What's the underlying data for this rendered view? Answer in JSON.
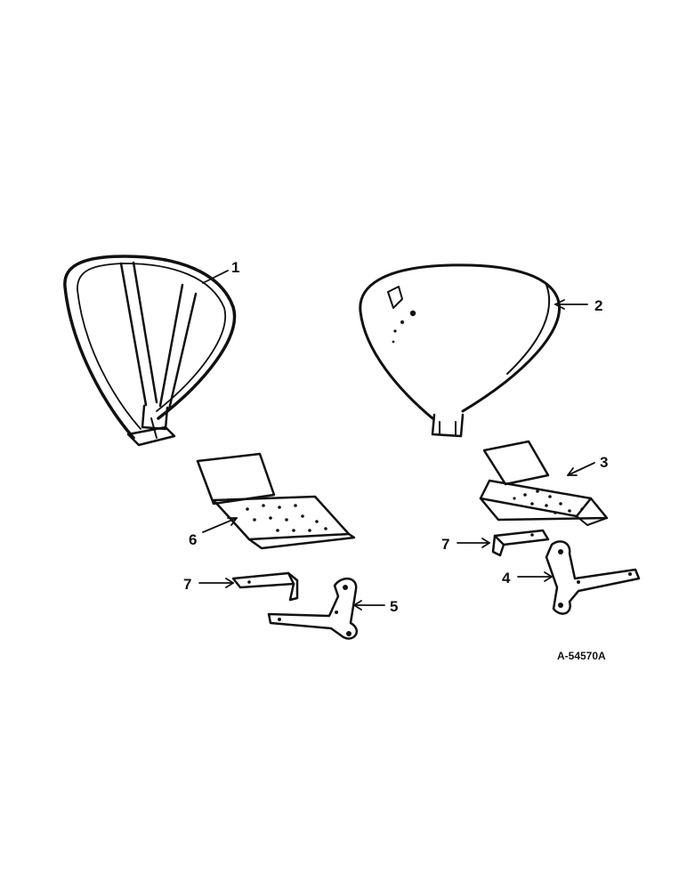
{
  "figure": {
    "id": "A-54570A",
    "callouts": [
      {
        "number": "1"
      },
      {
        "number": "2"
      },
      {
        "number": "3"
      },
      {
        "number": "4"
      },
      {
        "number": "5"
      },
      {
        "number": "6"
      },
      {
        "number": "7"
      },
      {
        "number": "7"
      }
    ],
    "ink_color": "#111111",
    "background_color": "#ffffff"
  }
}
